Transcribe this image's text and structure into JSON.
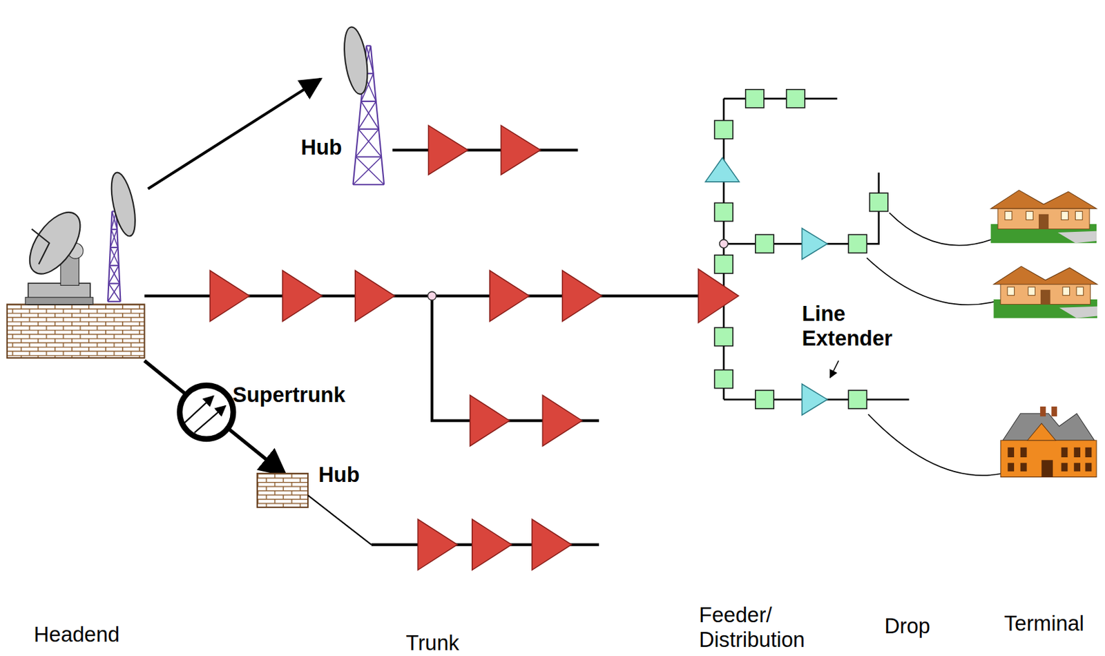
{
  "diagram": {
    "labels": [
      "Hub",
      "Supertrunk",
      "Hub",
      "Line Extender",
      "Headend",
      "Trunk",
      "Feeder/ Distribution",
      "Drop",
      "Terminal"
    ]
  }
}
